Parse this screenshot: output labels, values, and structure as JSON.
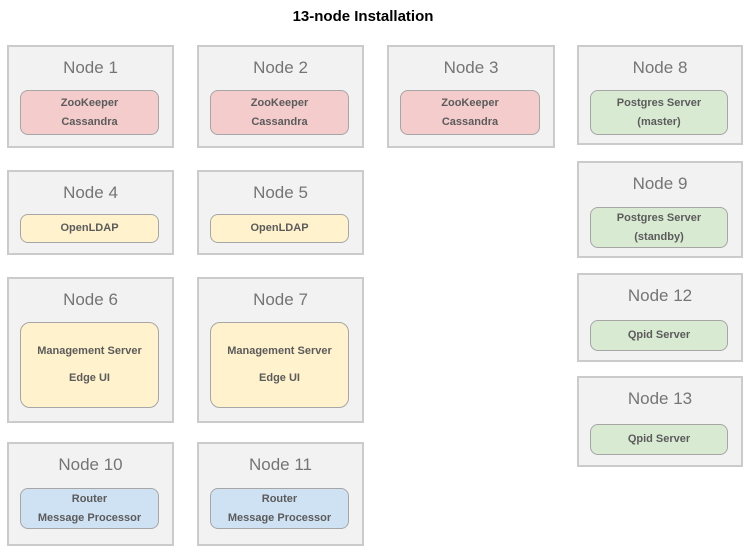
{
  "title": "13-node Installation",
  "colors": {
    "zookeeper_cassandra_bg": "#f4cccc",
    "openldap_bg": "#fff2cc",
    "management_edge_bg": "#fff2cc",
    "postgres_bg": "#d9ead3",
    "qpid_bg": "#d9ead3",
    "router_mp_bg": "#cfe2f3",
    "node_bg": "#f2f2f2",
    "node_border": "#cbcbcb",
    "service_border": "#a6a6a6",
    "node_label_text": "#757575",
    "service_text": "#5b5b5b"
  },
  "nodes": [
    {
      "label": "Node 1",
      "services": [
        "ZooKeeper",
        "Cassandra"
      ]
    },
    {
      "label": "Node 2",
      "services": [
        "ZooKeeper",
        "Cassandra"
      ]
    },
    {
      "label": "Node 3",
      "services": [
        "ZooKeeper",
        "Cassandra"
      ]
    },
    {
      "label": "Node 4",
      "services": [
        "OpenLDAP"
      ]
    },
    {
      "label": "Node 5",
      "services": [
        "OpenLDAP"
      ]
    },
    {
      "label": "Node 6",
      "services": [
        "Management Server",
        "Edge UI"
      ]
    },
    {
      "label": "Node 7",
      "services": [
        "Management Server",
        "Edge UI"
      ]
    },
    {
      "label": "Node 8",
      "services": [
        "Postgres Server",
        "(master)"
      ]
    },
    {
      "label": "Node 9",
      "services": [
        "Postgres Server",
        "(standby)"
      ]
    },
    {
      "label": "Node 10",
      "services": [
        "Router",
        "Message Processor"
      ]
    },
    {
      "label": "Node 11",
      "services": [
        "Router",
        "Message Processor"
      ]
    },
    {
      "label": "Node 12",
      "services": [
        "Qpid Server"
      ]
    },
    {
      "label": "Node 13",
      "services": [
        "Qpid Server"
      ]
    }
  ]
}
